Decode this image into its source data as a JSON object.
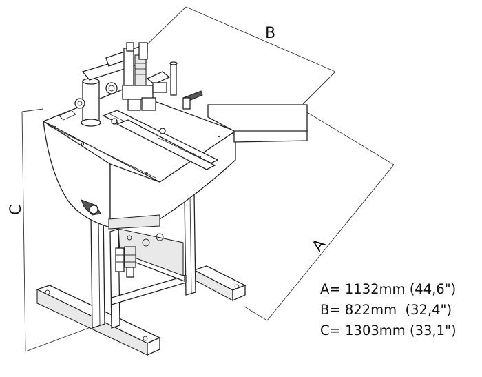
{
  "dimensions": {
    "labels": {
      "a": "A",
      "b": "B",
      "c": "C"
    },
    "specs": [
      "A= 1132mm (44,6\")",
      "B= 822mm  (32,4\")",
      "C= 1303mm (33,1\")"
    ]
  },
  "colors": {
    "line": "#222222",
    "background": "#ffffff",
    "shade": "#e9e9e9"
  }
}
